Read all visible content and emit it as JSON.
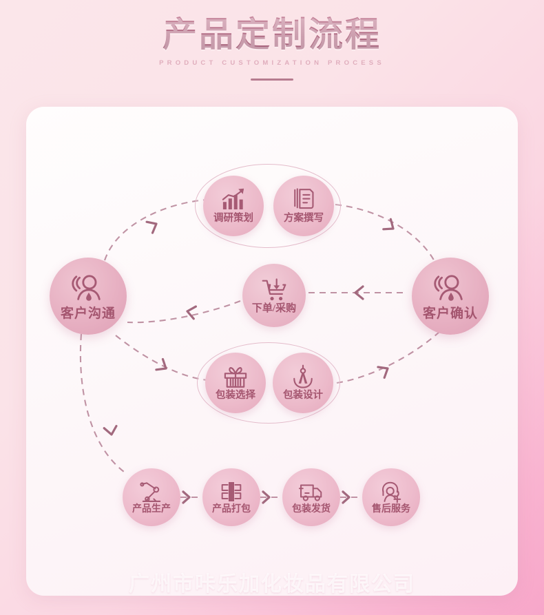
{
  "header": {
    "title": "产品定制流程",
    "subtitle": "PRODUCT CUSTOMIZATION PROCESS"
  },
  "watermark": "广州市咔乐加化妆品有限公司",
  "colors": {
    "background_start": "#fbe6ea",
    "background_end": "#f7a6c9",
    "card": "#fffdfd",
    "node_fill": "#e7b0c2",
    "accent": "#a65a74",
    "title": "#b06b83",
    "subtitle": "#e0aebd",
    "connector": "#b9879a"
  },
  "flow": {
    "nodes": [
      {
        "id": "customer-communication",
        "label": "客户沟通",
        "icon": "people-group-icon",
        "size": "big"
      },
      {
        "id": "research-planning",
        "label": "调研策划",
        "icon": "bar-chart-growth-icon",
        "size": "pair"
      },
      {
        "id": "proposal-writing",
        "label": "方案撰写",
        "icon": "document-stack-icon",
        "size": "pair"
      },
      {
        "id": "customer-confirmation",
        "label": "客户确认",
        "icon": "people-group-icon",
        "size": "big"
      },
      {
        "id": "order-purchase",
        "label": "下单/采购",
        "icon": "shopping-cart-download-icon",
        "size": "med"
      },
      {
        "id": "packaging-selection",
        "label": "包装选择",
        "icon": "gift-box-icon",
        "size": "pair"
      },
      {
        "id": "packaging-design",
        "label": "包装设计",
        "icon": "compass-divider-icon",
        "size": "pair"
      },
      {
        "id": "product-production",
        "label": "产品生产",
        "icon": "robot-arm-icon",
        "size": "small"
      },
      {
        "id": "product-packing",
        "label": "产品打包",
        "icon": "parcel-box-icon",
        "size": "small"
      },
      {
        "id": "packaging-shipment",
        "label": "包装发货",
        "icon": "delivery-truck-icon",
        "size": "small"
      },
      {
        "id": "after-sales-service",
        "label": "售后服务",
        "icon": "headset-support-icon",
        "size": "small"
      }
    ],
    "groups": [
      {
        "id": "planning-group",
        "members": [
          "research-planning",
          "proposal-writing"
        ]
      },
      {
        "id": "packaging-group",
        "members": [
          "packaging-selection",
          "packaging-design"
        ]
      }
    ],
    "connections": [
      {
        "from": "customer-communication",
        "to": "planning-group",
        "style": "dashed",
        "direction": "forward"
      },
      {
        "from": "planning-group",
        "to": "customer-confirmation",
        "style": "dashed",
        "direction": "forward"
      },
      {
        "from": "customer-confirmation",
        "to": "order-purchase",
        "style": "dashed",
        "direction": "forward"
      },
      {
        "from": "order-purchase",
        "to": "customer-communication",
        "style": "dashed",
        "direction": "forward"
      },
      {
        "from": "customer-communication",
        "to": "packaging-group",
        "style": "dashed",
        "direction": "forward"
      },
      {
        "from": "packaging-group",
        "to": "customer-confirmation",
        "style": "dashed",
        "direction": "forward"
      },
      {
        "from": "customer-communication",
        "to": "product-production",
        "style": "dashed",
        "direction": "forward"
      },
      {
        "from": "product-production",
        "to": "product-packing",
        "style": "dashed",
        "direction": "forward"
      },
      {
        "from": "product-packing",
        "to": "packaging-shipment",
        "style": "dashed",
        "direction": "forward"
      },
      {
        "from": "packaging-shipment",
        "to": "after-sales-service",
        "style": "dashed",
        "direction": "forward"
      }
    ]
  }
}
